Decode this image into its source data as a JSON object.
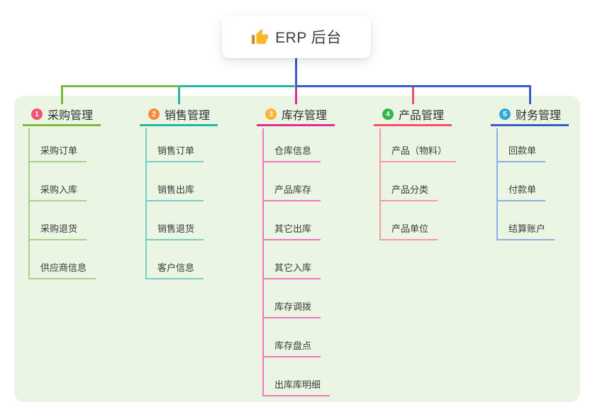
{
  "root": {
    "title": "ERP 后台",
    "icon": "thumbs-up-icon"
  },
  "panel_bg": "#EAF6E3",
  "branches": [
    {
      "num": "1",
      "title": "采购管理",
      "badge_color": "#F2556E",
      "line_color": "#7CBB3F",
      "child_line_color": "#A9D285",
      "children": [
        "采购订单",
        "采购入库",
        "采购退货",
        "供应商信息"
      ]
    },
    {
      "num": "2",
      "title": "销售管理",
      "badge_color": "#F8893D",
      "line_color": "#23B7A4",
      "child_line_color": "#76CFC2",
      "children": [
        "销售订单",
        "销售出库",
        "销售退货",
        "客户信息"
      ]
    },
    {
      "num": "3",
      "title": "库存管理",
      "badge_color": "#FDB32D",
      "line_color": "#DC2F93",
      "child_line_color": "#EF79BC",
      "children": [
        "仓库信息",
        "产品库存",
        "其它出库",
        "其它入库",
        "库存调拨",
        "库存盘点",
        "出库库明细"
      ]
    },
    {
      "num": "4",
      "title": "产品管理",
      "badge_color": "#38B54A",
      "line_color": "#F4506C",
      "child_line_color": "#F898A4",
      "children": [
        "产品（物料）",
        "产品分类",
        "产品单位"
      ]
    },
    {
      "num": "5",
      "title": "财务管理",
      "badge_color": "#2FA7DC",
      "line_color": "#3C5BC6",
      "child_line_color": "#90ADE8",
      "children": [
        "回款单",
        "付款单",
        "结算账户"
      ]
    }
  ]
}
